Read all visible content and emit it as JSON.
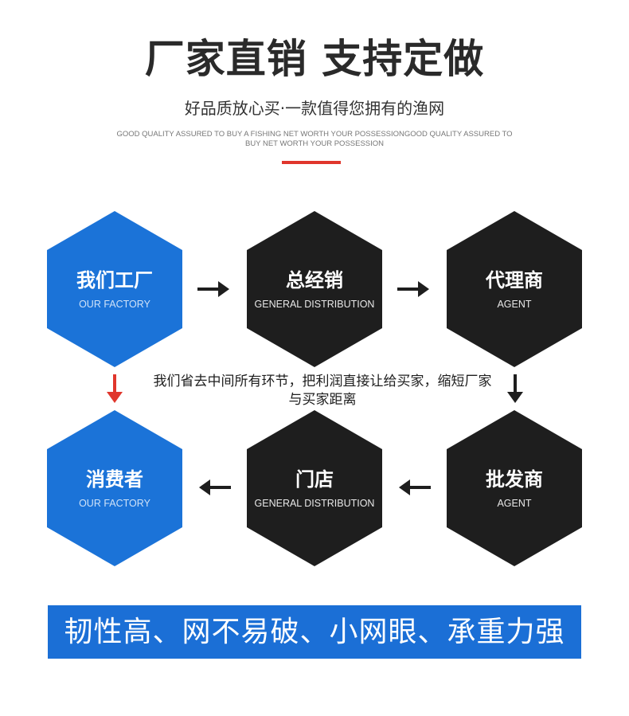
{
  "header": {
    "title": "厂家直销 支持定做",
    "subtitle": "好品质放心买·一款值得您拥有的渔网",
    "english": "GOOD QUALITY ASSURED TO BUY A FISHING NET WORTH YOUR POSSESSIONGOOD QUALITY ASSURED TO BUY NET WORTH YOUR POSSESSION"
  },
  "flow": {
    "top": [
      {
        "title": "我们工厂",
        "sub": "OUR FACTORY"
      },
      {
        "title": "总经销",
        "sub": "GENERAL DISTRIBUTION"
      },
      {
        "title": "代理商",
        "sub": "AGENT"
      }
    ],
    "bottom": [
      {
        "title": "消费者",
        "sub": "OUR FACTORY"
      },
      {
        "title": "门店",
        "sub": "GENERAL DISTRIBUTION"
      },
      {
        "title": "批发商",
        "sub": "AGENT"
      }
    ],
    "middle_text": "我们省去中间所有环节，把利润直接让给买家，缩短厂家与买家距离"
  },
  "banner": {
    "text": "韧性高、网不易破、小网眼、承重力强"
  },
  "colors": {
    "blue": "#1b73d8",
    "dark": "#1e1e1e",
    "accent_red": "#e0362c",
    "banner_blue": "#1b6fd6"
  }
}
